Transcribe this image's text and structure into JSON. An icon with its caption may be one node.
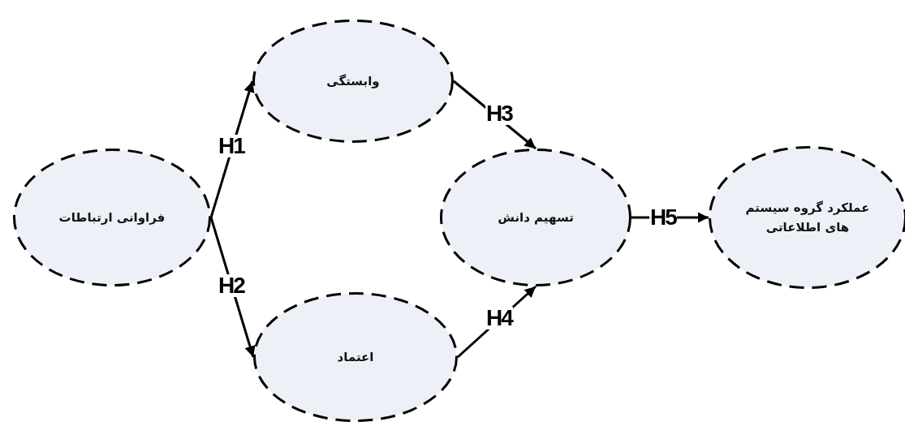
{
  "diagram": {
    "nodes": [
      {
        "text": [
          "فراوانی ارتباطات"
        ]
      },
      {
        "text": [
          "وابستگی"
        ]
      },
      {
        "text": [
          "تسهیم دانش"
        ]
      },
      {
        "text": [
          "اعتماد"
        ]
      },
      {
        "text": [
          "عملکرد گروه سیستم های اطلاعاتی"
        ]
      }
    ],
    "edges": [
      {
        "from": 0,
        "to": 1,
        "arrow": "to",
        "label": "H1"
      },
      {
        "from": 0,
        "to": 3,
        "arrow": "to",
        "label": "H2"
      },
      {
        "from": 1,
        "to": 2,
        "arrow": "to",
        "label": "H3"
      },
      {
        "from": 3,
        "to": 2,
        "arrow": "to",
        "label": "H4"
      },
      {
        "from": 2,
        "to": 4,
        "arrow": "to",
        "label": "H5"
      }
    ]
  }
}
